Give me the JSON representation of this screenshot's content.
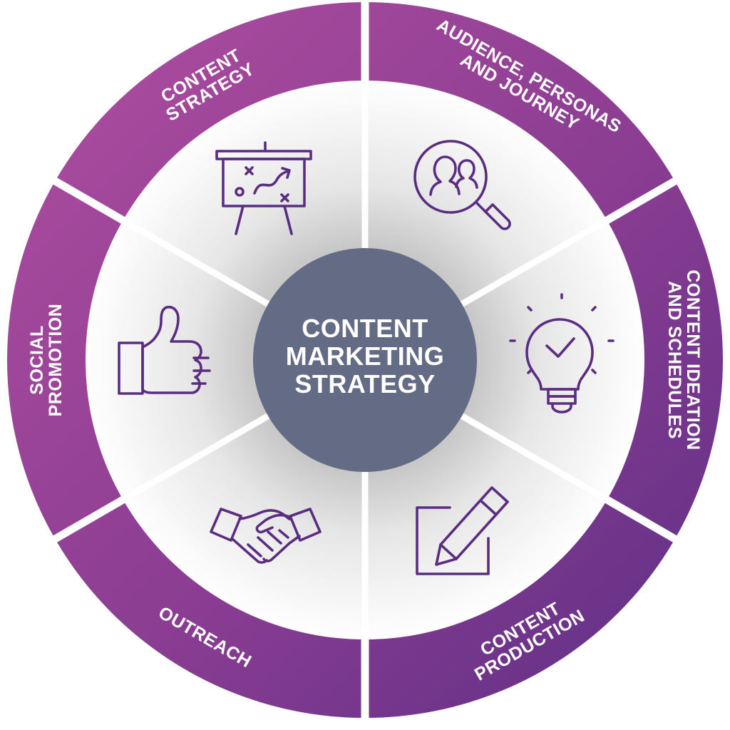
{
  "hub": {
    "lines": [
      "CONTENT",
      "MARKETING",
      "STRATEGY"
    ],
    "color": "#636b85"
  },
  "segments": [
    {
      "id": "content-strategy",
      "lines": [
        "CONTENT",
        "STRATEGY"
      ],
      "icon": "strategy-board-icon"
    },
    {
      "id": "audience",
      "lines": [
        "AUDIENCE, PERSONAS",
        "AND JOURNEY"
      ],
      "icon": "audience-search-icon"
    },
    {
      "id": "ideation",
      "lines": [
        "CONTENT IDEATION",
        "AND SCHEDULES"
      ],
      "icon": "lightbulb-check-icon"
    },
    {
      "id": "production",
      "lines": [
        "CONTENT",
        "PRODUCTION"
      ],
      "icon": "edit-pencil-icon"
    },
    {
      "id": "outreach",
      "lines": [
        "OUTREACH"
      ],
      "icon": "handshake-icon"
    },
    {
      "id": "social",
      "lines": [
        "SOCIAL",
        "PROMOTION"
      ],
      "icon": "thumbs-up-icon"
    }
  ],
  "colors": {
    "ring_left": "#a8489e",
    "ring_right": "#5b2f85",
    "icon_stroke": "#5a2d82",
    "inner_gradient_center": "#b8b8b8",
    "inner_gradient_edge": "#ffffff"
  }
}
